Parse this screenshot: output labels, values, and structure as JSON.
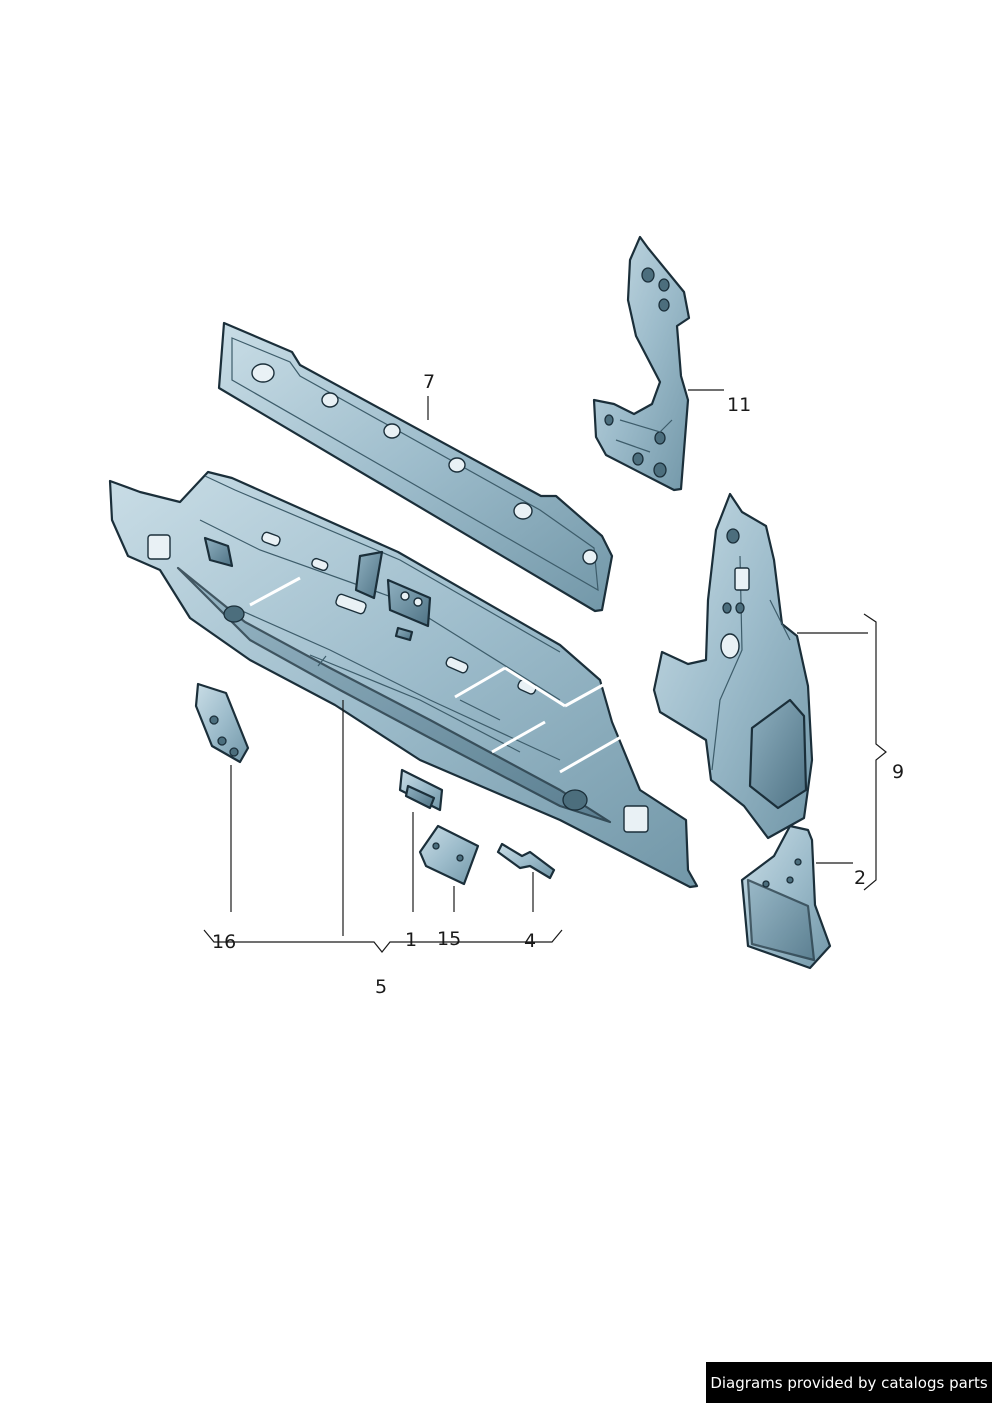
{
  "callouts": {
    "c1": "1",
    "c2": "2",
    "c4": "4",
    "c5": "5",
    "c7": "7",
    "c9": "9",
    "c11": "11",
    "c15": "15",
    "c16": "16"
  },
  "watermark": "Diagrams provided by catalogs parts",
  "colors": {
    "steel_light": "#b7cfda",
    "steel_mid": "#8fb0c0",
    "steel_dark": "#5f8394",
    "outline": "#1b2f3a"
  }
}
